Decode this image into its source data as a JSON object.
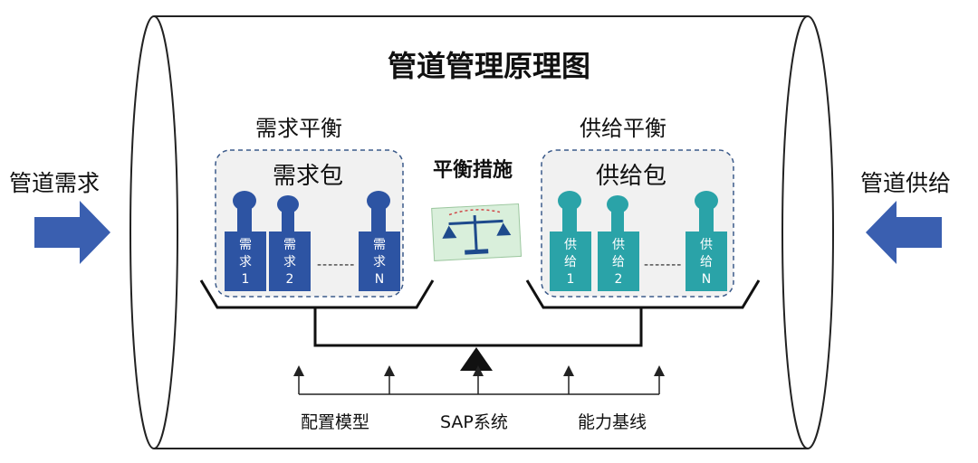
{
  "title": "管道管理原理图",
  "left_input": "管道需求",
  "right_input": "管道供给",
  "demand": {
    "section_label": "需求平衡",
    "package_label": "需求包",
    "weights": [
      {
        "line1": "需",
        "line2": "求",
        "line3": "1"
      },
      {
        "line1": "需",
        "line2": "求",
        "line3": "2"
      },
      {
        "line1": "需",
        "line2": "求",
        "line3": "N"
      }
    ]
  },
  "supply": {
    "section_label": "供给平衡",
    "package_label": "供给包",
    "weights": [
      {
        "line1": "供",
        "line2": "给",
        "line3": "1"
      },
      {
        "line1": "供",
        "line2": "给",
        "line3": "2"
      },
      {
        "line1": "供",
        "line2": "给",
        "line3": "N"
      }
    ]
  },
  "center_label": "平衡措施",
  "ellipsis": "-------",
  "supports": [
    "配置模型",
    "SAP系统",
    "能力基线"
  ],
  "colors": {
    "demand_weight": "#2d54a3",
    "supply_weight": "#2aa3a8",
    "arrow": "#3a5fb0",
    "pipe_outline": "#222222"
  }
}
